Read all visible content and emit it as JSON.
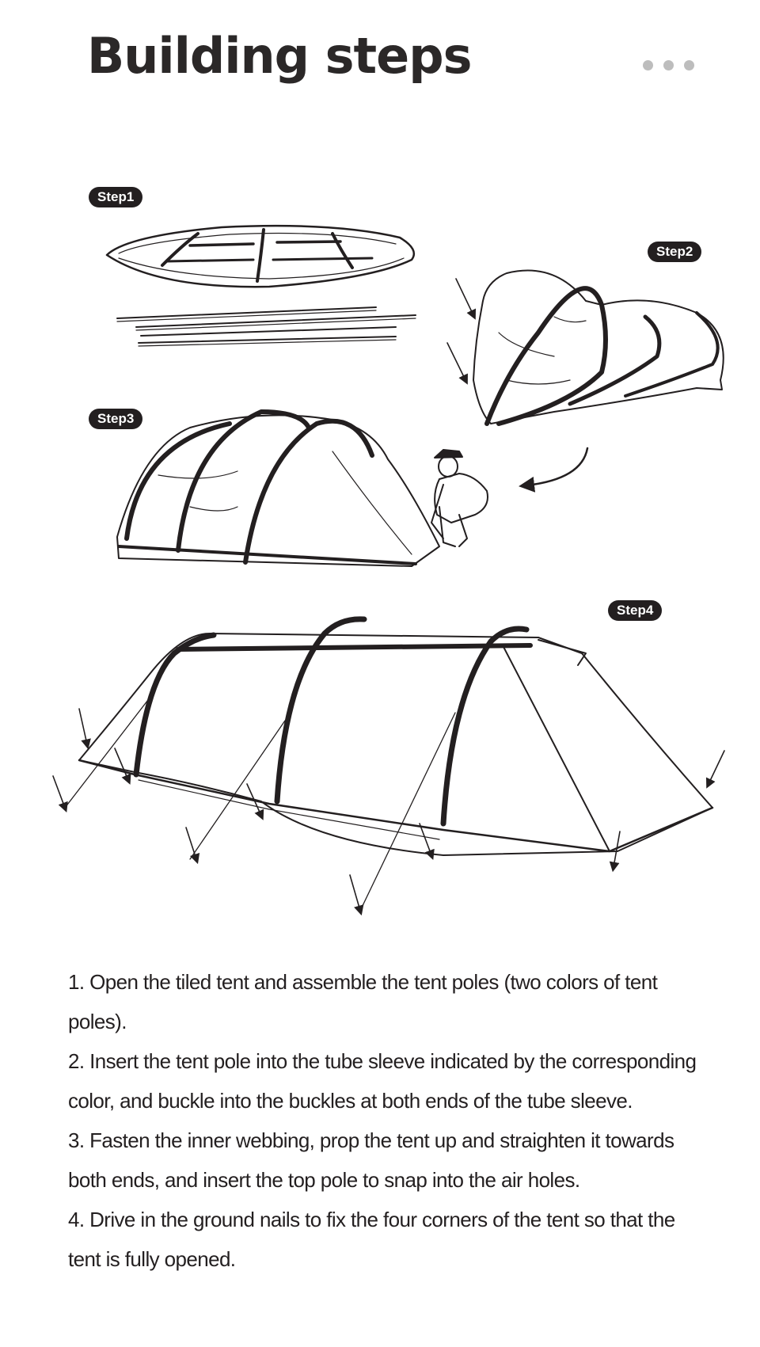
{
  "header": {
    "title": "Building steps",
    "more_icon": "more-dots-icon"
  },
  "steps": {
    "badges": [
      "Step1",
      "Step2",
      "Step3",
      "Step4"
    ],
    "instructions": [
      "1. Open the tiled tent and assemble the tent poles (two colors of tent poles).",
      "2. Insert the tent pole into the tube sleeve indicated by the corresponding color, and buckle into the buckles at both ends of the tube sleeve.",
      "3. Fasten the inner webbing, prop the tent up and straighten it towards both ends, and insert the top pole to snap into the air holes.",
      "4. Drive in the ground nails to fix the four corners of the tent so that the tent is fully opened."
    ]
  },
  "colors": {
    "ink": "#231f20",
    "dots": "#bdbdbd",
    "background": "#ffffff"
  }
}
